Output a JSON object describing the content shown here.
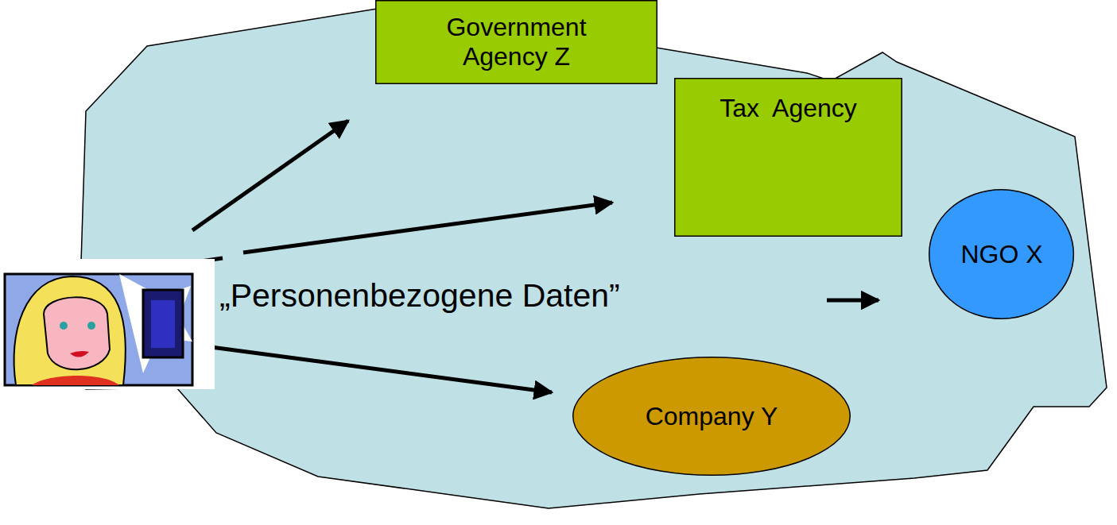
{
  "diagram": {
    "nodes": [
      {
        "text": [
          "Government Agency Z"
        ]
      },
      {
        "text": [
          "Tax  Agency"
        ]
      },
      {
        "text": [
          "NGO X"
        ]
      },
      {
        "text": [
          "Company Y"
        ]
      }
    ],
    "labels": [
      "„Personenbezogene Daten”"
    ]
  }
}
